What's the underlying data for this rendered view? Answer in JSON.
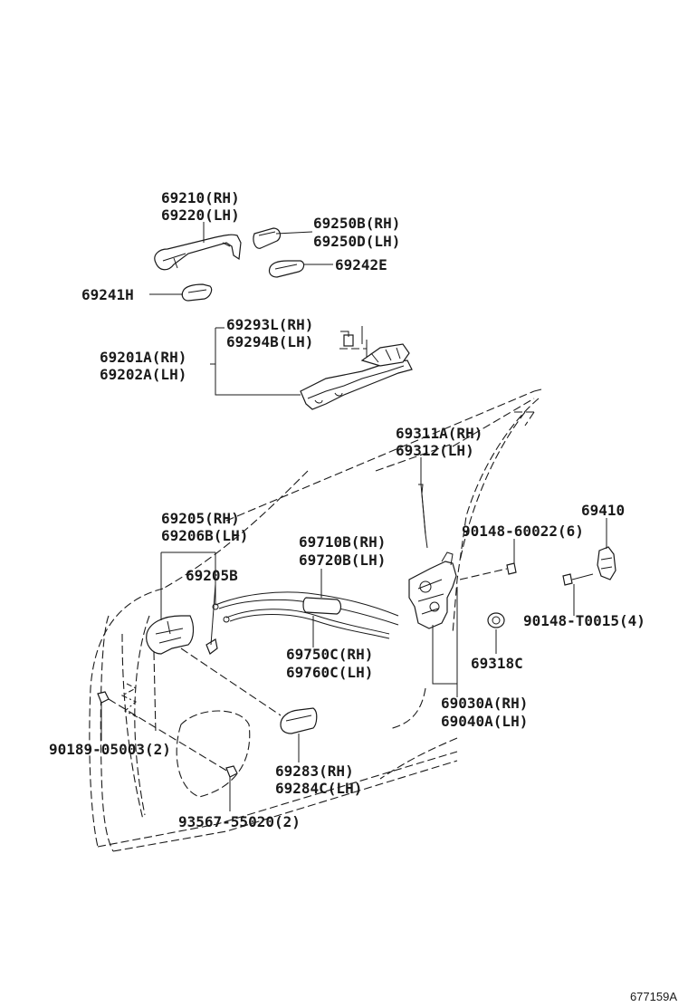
{
  "labels": {
    "p69210": "69210(RH)",
    "p69220": "69220(LH)",
    "p69250B": "69250B(RH)",
    "p69250D": "69250D(LH)",
    "p69242E": "69242E",
    "p69241H": "69241H",
    "p69293L": "69293L(RH)",
    "p69294B": "69294B(LH)",
    "p69201A": "69201A(RH)",
    "p69202A": "69202A(LH)",
    "p69311A": "69311A(RH)",
    "p69312": "69312(LH)",
    "p69205": "69205(RH)",
    "p69206B": "69206B(LH)",
    "p69205B": "69205B",
    "p69710B": "69710B(RH)",
    "p69720B": "69720B(LH)",
    "p69410": "69410",
    "p90148_60022": "90148-60022(6)",
    "p90148_T0015": "90148-T0015(4)",
    "p69750C": "69750C(RH)",
    "p69760C": "69760C(LH)",
    "p69318C": "69318C",
    "p69030A": "69030A(RH)",
    "p69040A": "69040A(LH)",
    "p90189": "90189-05003(2)",
    "p69283": "69283(RH)",
    "p69284C": "69284C(LH)",
    "p93567": "93567-55020(2)"
  },
  "figure_number": "677159A"
}
